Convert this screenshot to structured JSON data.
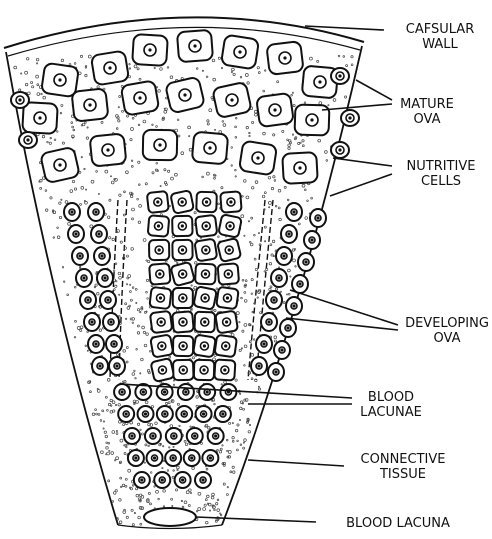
{
  "labels": {
    "capsular_wall": [
      "CAFSULAR",
      "WALL"
    ],
    "mature_ova": [
      "MATURE",
      "OVA"
    ],
    "nutritive_cells": [
      "NUTRITIVE",
      "CELLS"
    ],
    "developing_ova": [
      "DEVELOPING",
      "OVA"
    ],
    "blood_lacunae": [
      "BLOOD",
      "LACUNAE"
    ],
    "connective_tissue": [
      "CONNECTIVE",
      "TISSUE"
    ],
    "blood_lacuna": "BLOOD LACUNA"
  },
  "colors": {
    "ink": "#111111",
    "paper": "#ffffff"
  }
}
